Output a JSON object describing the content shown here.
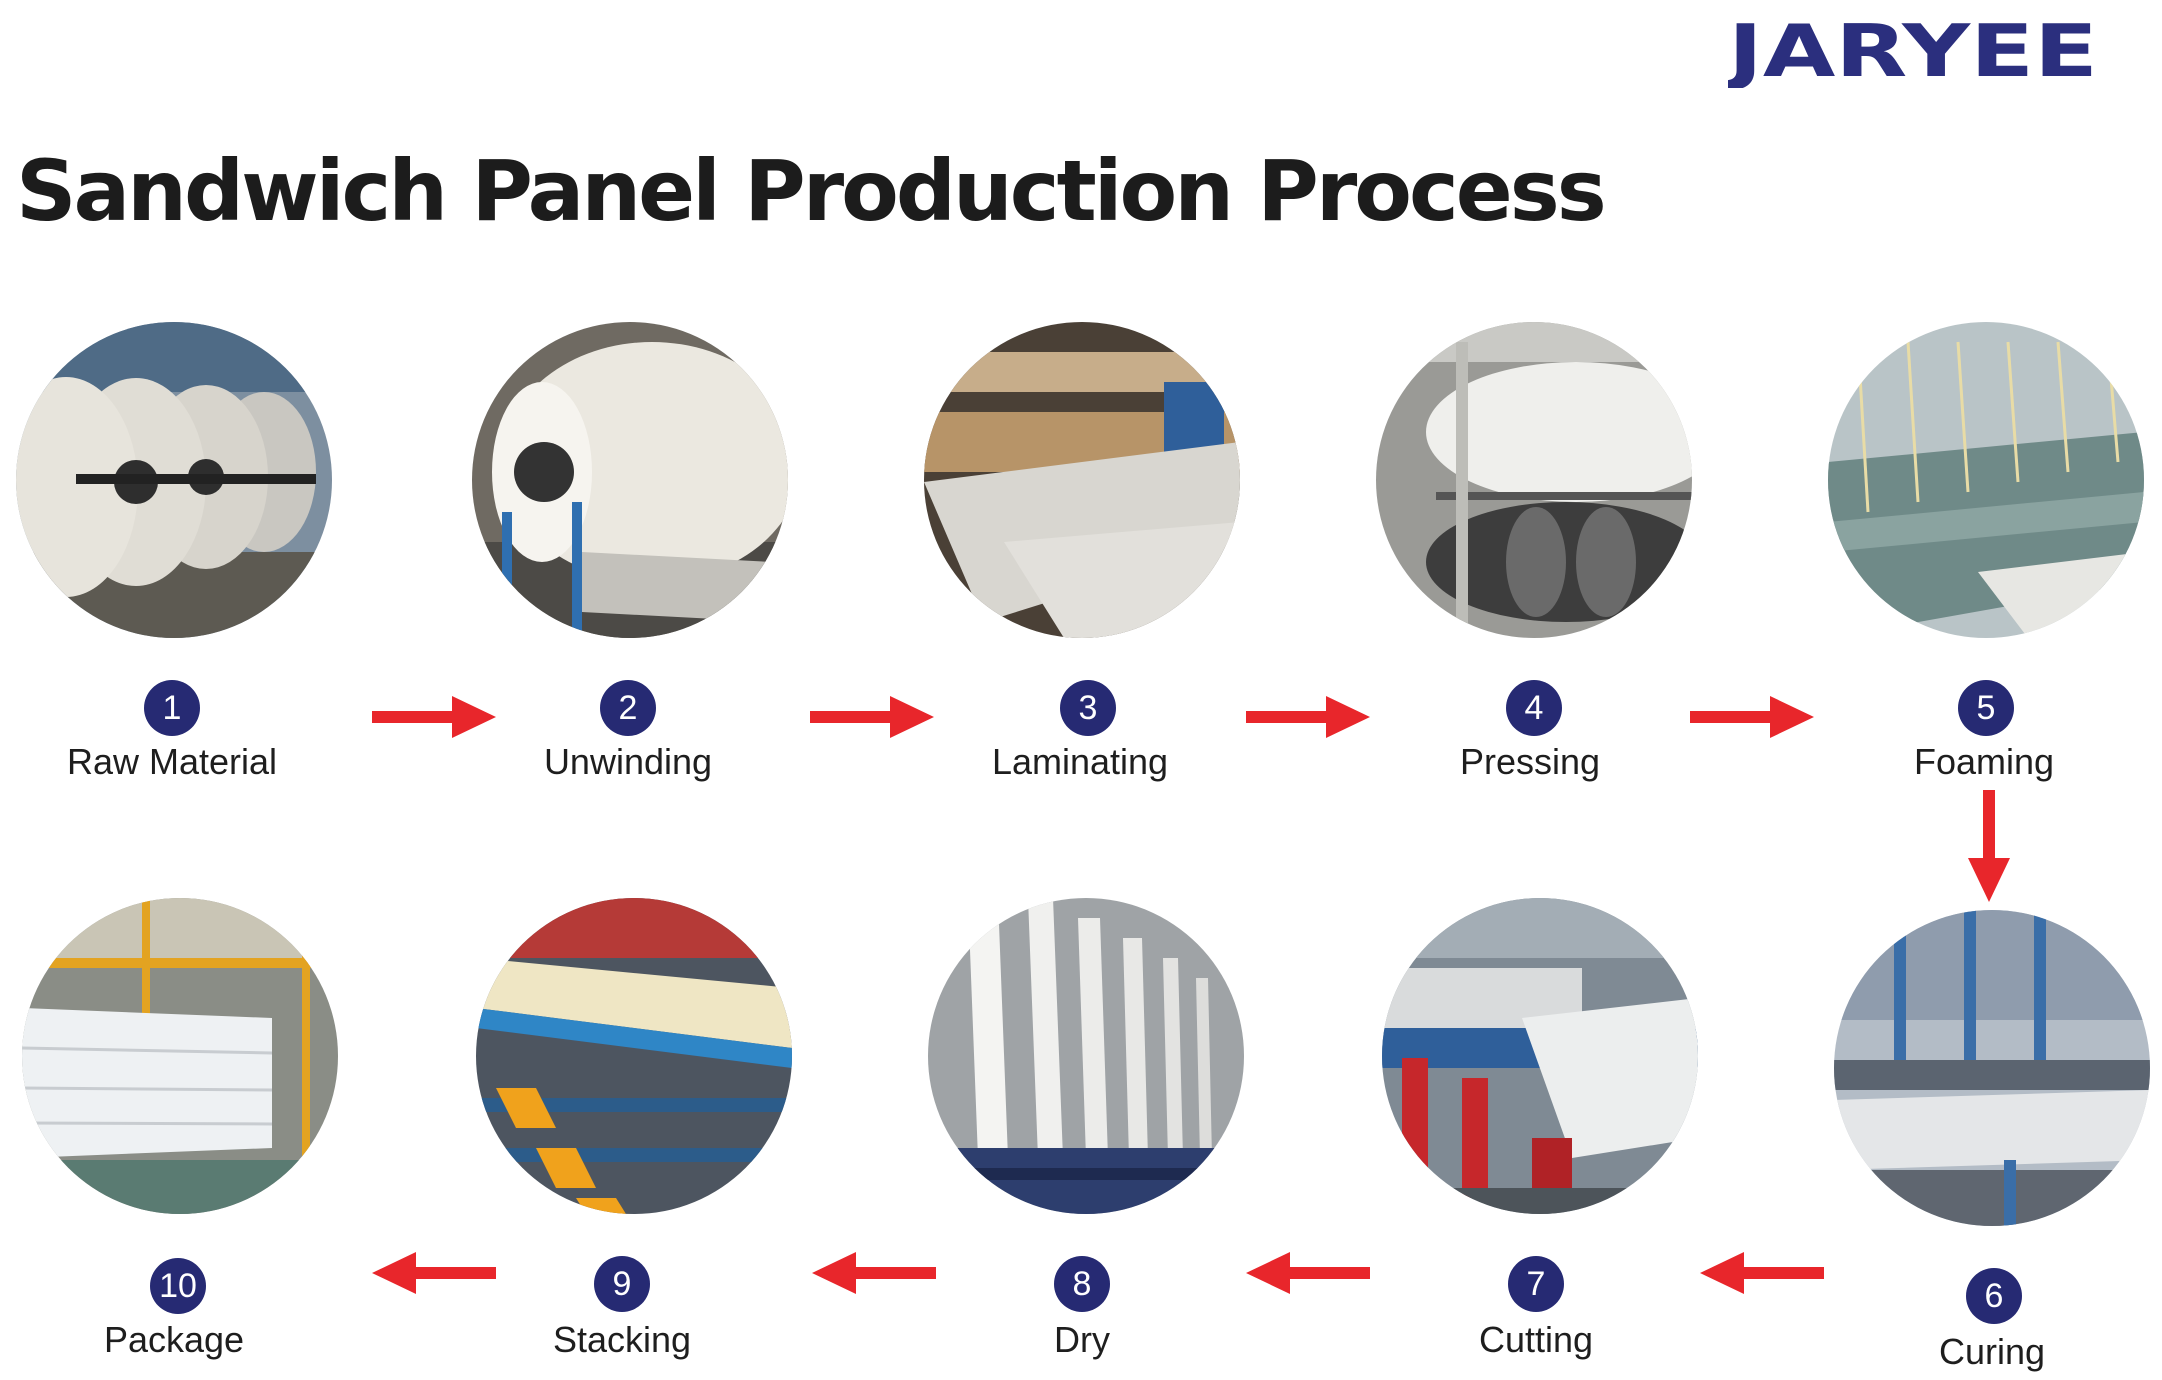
{
  "brand": {
    "name": "JARYEE",
    "color": "#2b2f7e"
  },
  "title": "Sandwich Panel Production Process",
  "colors": {
    "badge": "#262a73",
    "arrow": "#e8262b"
  },
  "steps": [
    {
      "number": "1",
      "label": "Raw Material"
    },
    {
      "number": "2",
      "label": "Unwinding"
    },
    {
      "number": "3",
      "label": "Laminating"
    },
    {
      "number": "4",
      "label": "Pressing"
    },
    {
      "number": "5",
      "label": "Foaming"
    },
    {
      "number": "6",
      "label": "Curing"
    },
    {
      "number": "7",
      "label": "Cutting"
    },
    {
      "number": "8",
      "label": "Dry"
    },
    {
      "number": "9",
      "label": "Stacking"
    },
    {
      "number": "10",
      "label": "Package"
    }
  ]
}
